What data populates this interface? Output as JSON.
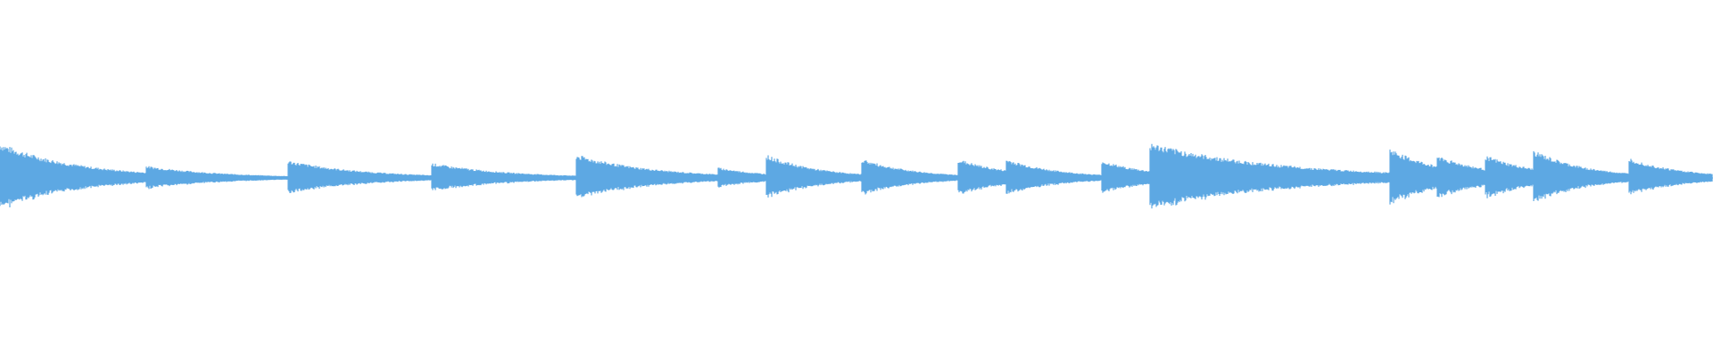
{
  "waveform": {
    "color": "#5DA8E3",
    "background": "#ffffff",
    "note_onsets": [
      0.0,
      0.085,
      0.168,
      0.252,
      0.336,
      0.419,
      0.447,
      0.503,
      0.559,
      0.587,
      0.643,
      0.671,
      0.811,
      0.839,
      0.867,
      0.895,
      0.951
    ]
  }
}
